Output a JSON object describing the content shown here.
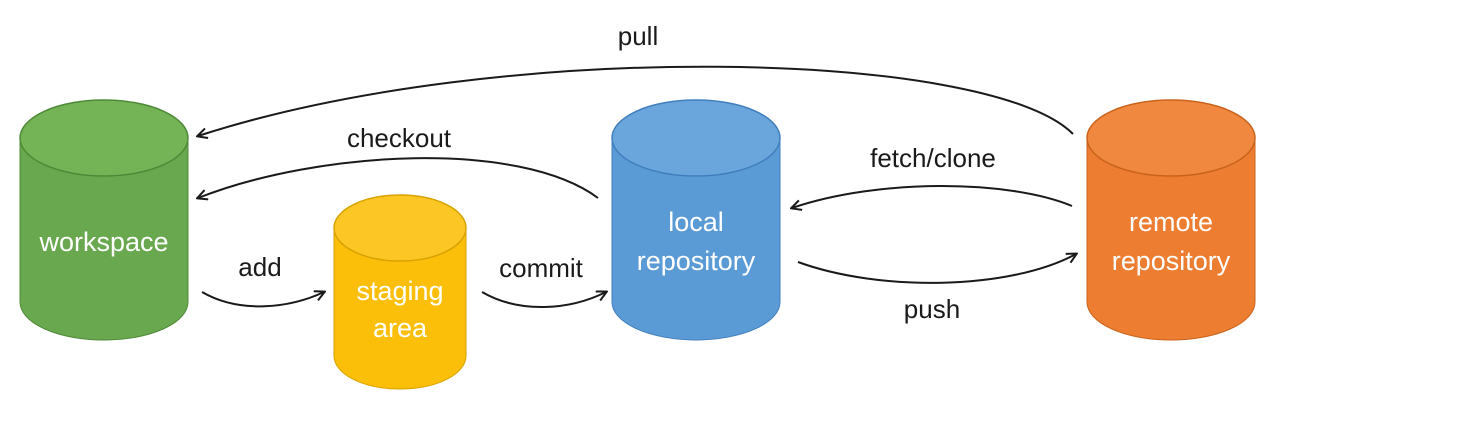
{
  "nodes": {
    "workspace": {
      "lines": [
        "workspace"
      ],
      "color": "#6aa84f",
      "top": "#74b356",
      "edge": "#4e8a37"
    },
    "staging": {
      "lines": [
        "staging",
        "area"
      ],
      "color": "#fbbf0a",
      "top": "#fcc724",
      "edge": "#d9a200"
    },
    "local": {
      "lines": [
        "local",
        "repository"
      ],
      "color": "#5b9bd5",
      "top": "#6aa6dc",
      "edge": "#3f7fbd"
    },
    "remote": {
      "lines": [
        "remote",
        "repository"
      ],
      "color": "#ed7d31",
      "top": "#f0893f",
      "edge": "#c9631b"
    }
  },
  "edges": {
    "pull": "pull",
    "checkout": "checkout",
    "fetch": "fetch/clone",
    "add": "add",
    "commit": "commit",
    "push": "push"
  },
  "colors": {
    "arrow": "#1a1a1a",
    "text": "#1a1a1a"
  }
}
